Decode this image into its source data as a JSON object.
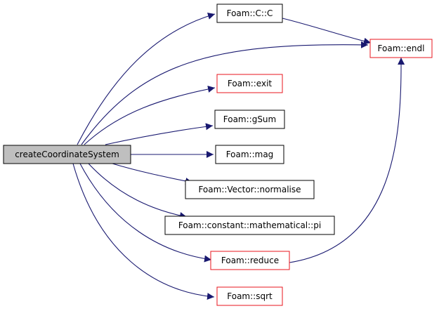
{
  "diagram": {
    "root": {
      "id": "root",
      "label": "createCoordinateSystem",
      "fill": "#bfbfbf",
      "border": "#000000"
    },
    "nodes": [
      {
        "id": "cc",
        "label": "Foam::C::C",
        "border": "#000000"
      },
      {
        "id": "endl",
        "label": "Foam::endl",
        "border": "#e8161e"
      },
      {
        "id": "exit",
        "label": "Foam::exit",
        "border": "#e8161e"
      },
      {
        "id": "gsum",
        "label": "Foam::gSum",
        "border": "#000000"
      },
      {
        "id": "mag",
        "label": "Foam::mag",
        "border": "#000000"
      },
      {
        "id": "normalise",
        "label": "Foam::Vector::normalise",
        "border": "#000000"
      },
      {
        "id": "pi",
        "label": "Foam::constant::mathematical::pi",
        "border": "#000000"
      },
      {
        "id": "reduce",
        "label": "Foam::reduce",
        "border": "#e8161e"
      },
      {
        "id": "sqrt",
        "label": "Foam::sqrt",
        "border": "#e8161e"
      }
    ],
    "edges": [
      {
        "from": "root",
        "to": "cc"
      },
      {
        "from": "root",
        "to": "endl"
      },
      {
        "from": "root",
        "to": "exit"
      },
      {
        "from": "root",
        "to": "gsum"
      },
      {
        "from": "root",
        "to": "mag"
      },
      {
        "from": "root",
        "to": "normalise"
      },
      {
        "from": "root",
        "to": "pi"
      },
      {
        "from": "root",
        "to": "reduce"
      },
      {
        "from": "root",
        "to": "sqrt"
      },
      {
        "from": "cc",
        "to": "endl"
      },
      {
        "from": "reduce",
        "to": "endl"
      }
    ],
    "colors": {
      "edge": "#191970",
      "call_border": "#000000",
      "external_border": "#e8161e",
      "root_fill": "#bfbfbf"
    }
  }
}
